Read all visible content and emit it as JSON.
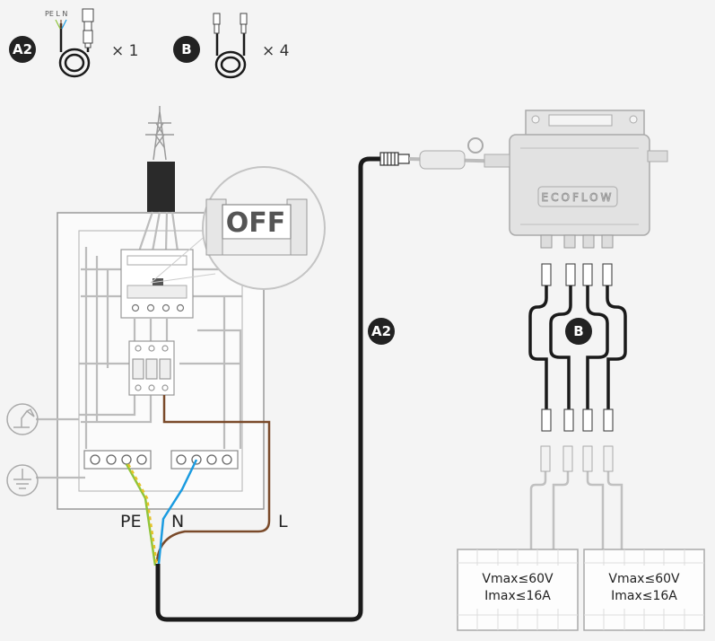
{
  "legend": {
    "a2": {
      "badge": "A2",
      "wire_labels": "PE L N",
      "quantity": "× 1"
    },
    "b": {
      "badge": "B",
      "quantity": "× 4"
    }
  },
  "breaker": {
    "state": "OFF"
  },
  "inverter": {
    "brand": "ECOFLOW"
  },
  "cable_badges": {
    "a2": "A2",
    "b": "B"
  },
  "wires": {
    "pe": "PE",
    "n": "N",
    "l": "L"
  },
  "panels": [
    {
      "vmax": "Vmax≤60V",
      "imax": "Imax≤16A"
    },
    {
      "vmax": "Vmax≤60V",
      "imax": "Imax≤16A"
    }
  ],
  "colors": {
    "neutral": "#1a9be0",
    "live": "#7a4a2a",
    "pe_green": "#8fc43a",
    "pe_yellow": "#e6c229",
    "cable": "#1a1a1a",
    "badge": "#222222"
  }
}
